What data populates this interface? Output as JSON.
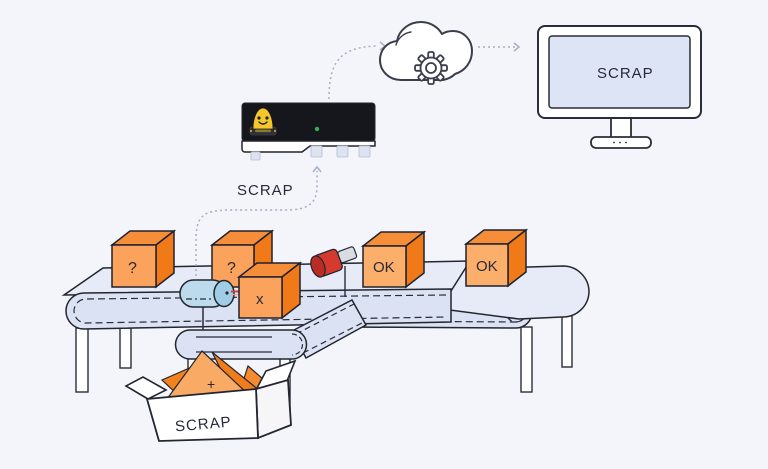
{
  "scene": {
    "background": "#f3f5fb",
    "outline": "#23252f",
    "description": "Factory quality-inspection flow: boxes on conveyor scanned by sensor, edge device sends SCRAP signal to cloud and monitor, rejected box diverted to scrap bin"
  },
  "palette": {
    "box_front": "#fba25c",
    "box_top": "#f68d39",
    "box_side": "#f07a18",
    "belt_side": "#dbe2f3",
    "belt_top": "#e6ebf7",
    "sensor_blue": "#bcdced",
    "sensor_cap_blue": "#9fcde5",
    "laser_red": "#e03c31",
    "beacon_red": "#d63a2f",
    "device_black": "#16171c",
    "mascot_yellow": "#f6c62d",
    "led_green": "#2fb14f",
    "screen_fill": "#dde4f6",
    "arrow_grey": "#a7aec2"
  },
  "flow": {
    "route_label": "SCRAP"
  },
  "conveyor": {
    "boxes": [
      {
        "id": "unknown-1",
        "label": "?"
      },
      {
        "id": "unknown-2",
        "label": "?"
      },
      {
        "id": "reject",
        "label": "x"
      },
      {
        "id": "ok-1",
        "label": "OK"
      },
      {
        "id": "ok-2",
        "label": "OK"
      }
    ]
  },
  "device": {
    "mascot_icon": "smiley-mascot",
    "status_led": "green-on"
  },
  "cloud": {
    "icon": "gear"
  },
  "monitor": {
    "screen_text": "SCRAP"
  },
  "scrap_box": {
    "label": "SCRAP",
    "shard_mark": "+"
  }
}
